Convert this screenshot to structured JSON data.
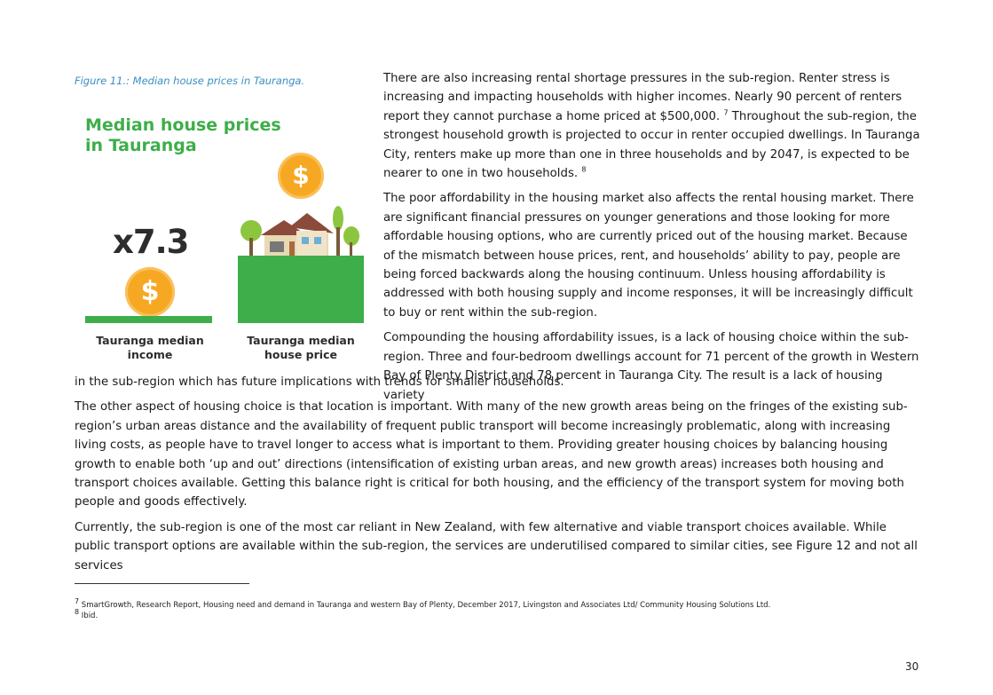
{
  "figure": {
    "caption": "Figure 11.: Median house prices in Tauranga.",
    "title": "Median house prices in Tauranga",
    "multiplier": "x7.3",
    "coin_symbol": "$",
    "income_label": "Tauranga median income",
    "house_label": "Tauranga median house price",
    "colors": {
      "green": "#3dae49",
      "coin": "#f7a823",
      "caption": "#3a8fc4"
    }
  },
  "paragraphs": {
    "p1a": "There are also increasing rental shortage pressures in the sub-region. Renter stress is increasing and impacting households with higher incomes. Nearly 90 percent of renters report they cannot purchase a home priced at $500,000.",
    "p1_ref": "7",
    "p1b": " Throughout the sub-region, the strongest household growth is projected to occur in renter occupied dwellings. In Tauranga City, renters make up more than one in three households and by 2047, is expected to be nearer to one in two households.",
    "p1_ref2": "8",
    "p2": "The poor affordability in the housing market also affects the rental housing market. There are significant financial pressures on younger generations and those looking for more affordable housing options, who are currently priced out of the housing market. Because of the mismatch between house prices, rent, and households’ ability to pay, people are being forced backwards along the housing continuum. Unless housing affordability is addressed with both housing supply and income responses, it will be increasingly difficult to buy or rent within the sub-region.",
    "p3a": "Compounding the housing affordability issues, is a lack of housing choice within the sub-region. Three and four-bedroom dwellings account for 71 percent of the growth in Western Bay of Plenty District and 78 percent in Tauranga City. The result is a lack of housing variety",
    "p3b": "in the sub-region which has future implications with trends for smaller households.",
    "p4": "The other aspect of housing choice is that location is important. With many of the new growth areas being on the fringes of the existing sub-region’s urban areas distance and the availability of frequent public transport will become increasingly problematic, along with increasing living costs, as people have to travel longer to access what is important to them. Providing greater housing choices by balancing housing growth to enable both ‘up and out’ directions (intensification of existing urban areas, and new growth areas) increases both housing and transport choices available. Getting this balance right is critical for both housing, and the efficiency of the transport system for moving both people and goods effectively.",
    "p5": "Currently, the sub-region is one of the most car reliant in New Zealand, with few alternative and viable transport choices available. While public transport options are available within the sub-region, the services are underutilised compared to similar cities, see Figure 12 and not all services"
  },
  "footnotes": {
    "fn7_num": "7",
    "fn7": " SmartGrowth, Research Report, Housing need and demand in Tauranga and western Bay of Plenty, December 2017, Livingston and Associates Ltd/ Community Housing Solutions Ltd.",
    "fn8_num": "8",
    "fn8": " Ibid."
  },
  "page_number": "30"
}
